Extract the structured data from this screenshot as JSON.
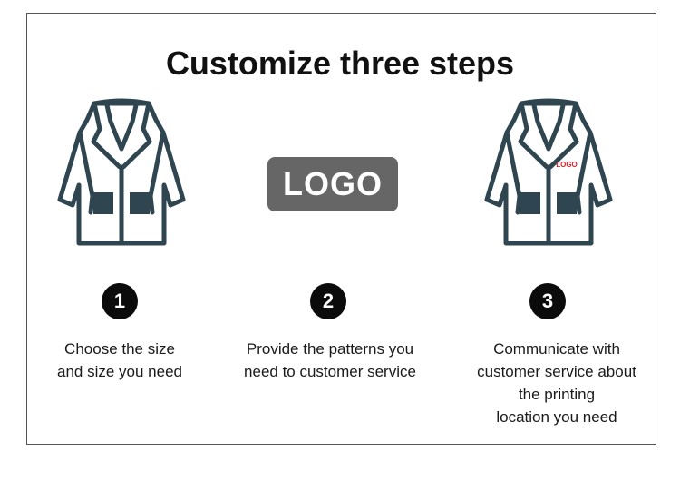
{
  "title": "Customize three steps",
  "logo_text": "LOGO",
  "coat_logo_text": "LOGO",
  "colors": {
    "coat_stroke": "#2f4550",
    "logo_box": "#666666",
    "coat_logo": "#e0242f",
    "badge": "#0b0b0b"
  },
  "steps": [
    {
      "number": "1",
      "lines": [
        "Choose the size",
        "and size you need"
      ]
    },
    {
      "number": "2",
      "lines": [
        "Provide the patterns you",
        "need to customer service"
      ]
    },
    {
      "number": "3",
      "lines": [
        "Communicate with",
        "customer service about",
        "the printing",
        "location you need"
      ]
    }
  ]
}
